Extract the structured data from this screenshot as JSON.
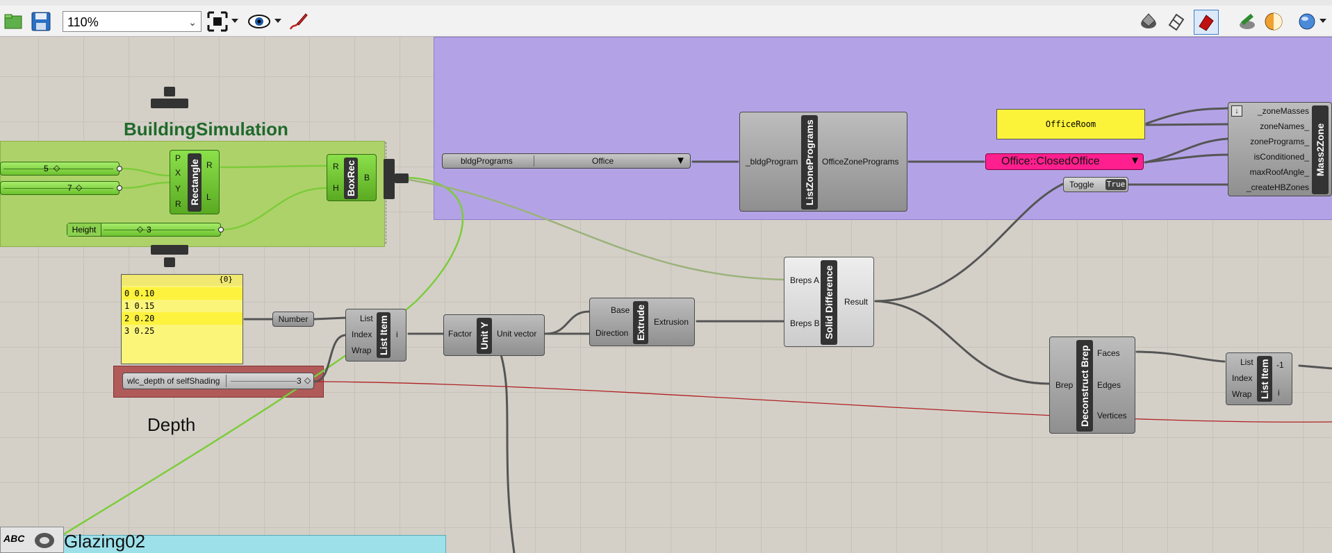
{
  "toolbar": {
    "zoom_value": "110%"
  },
  "groups": {
    "building_simulation_label": "BuildingSimulation",
    "depth_label": "Depth",
    "glazing_label": "Glazing02"
  },
  "sliders": {
    "s1_value": "5",
    "s2_value": "7",
    "height_label": "Height",
    "height_value": "3",
    "depth_slider_label": "wlc_depth of selfShading",
    "depth_slider_value": "3"
  },
  "rectangle": {
    "title": "Rectangle",
    "inputs": [
      "P",
      "X",
      "Y",
      "R"
    ],
    "outputs": [
      "R",
      "L"
    ]
  },
  "boxrec": {
    "title": "BoxRec",
    "inputs": [
      "R",
      "H"
    ],
    "outputs": [
      "B"
    ]
  },
  "panel": {
    "header": "{0}",
    "rows": [
      "0 0.10",
      "1 0.15",
      "2 0.20",
      "3 0.25"
    ]
  },
  "number_param": "Number",
  "list_item_1": {
    "title": "List Item",
    "inputs": [
      "List",
      "Index",
      "Wrap"
    ],
    "outputs": [
      "i"
    ]
  },
  "unit_y": {
    "title": "Unit Y",
    "input": "Factor",
    "output": "Unit vector"
  },
  "extrude": {
    "title": "Extrude",
    "inputs": [
      "Base",
      "Direction"
    ],
    "output": "Extrusion"
  },
  "solid_difference": {
    "title": "Solid Difference",
    "inputs": [
      "Breps A",
      "Breps B"
    ],
    "output": "Result"
  },
  "deconstruct_brep": {
    "title": "Deconstruct Brep",
    "input": "Brep",
    "outputs": [
      "Faces",
      "Edges",
      "Vertices"
    ]
  },
  "list_item_2": {
    "title": "List Item",
    "inputs": [
      "List",
      "Index",
      "Wrap"
    ],
    "outputs": [
      "-1",
      "i"
    ]
  },
  "bldg_programs": {
    "label": "bldgPrograms",
    "value": "Office"
  },
  "list_zone_programs": {
    "title": "ListZonePrograms",
    "input": "_bldgProgram",
    "output": "OfficeZonePrograms"
  },
  "office_room_panel": "OfficeRoom",
  "office_value_list": "Office::ClosedOffice",
  "toggle": {
    "label": "Toggle",
    "value": "True"
  },
  "mass2zone": {
    "title": "Mass2Zone",
    "inputs": [
      "_zoneMasses",
      "zoneNames_",
      "zonePrograms_",
      "isConditioned_",
      "maxRoofAngle_",
      "_createHBZones"
    ]
  },
  "colors": {
    "canvas": "#d4d0c8",
    "green_group": "#aed26a",
    "purple_group": "#b3a3e6",
    "red_group": "#b05a5a",
    "cyan_group": "#9de0ea",
    "wire_green": "#7ccc3a",
    "wire_dark": "#555555",
    "wire_red": "#b02020",
    "magenta": "#ff1f8e"
  }
}
